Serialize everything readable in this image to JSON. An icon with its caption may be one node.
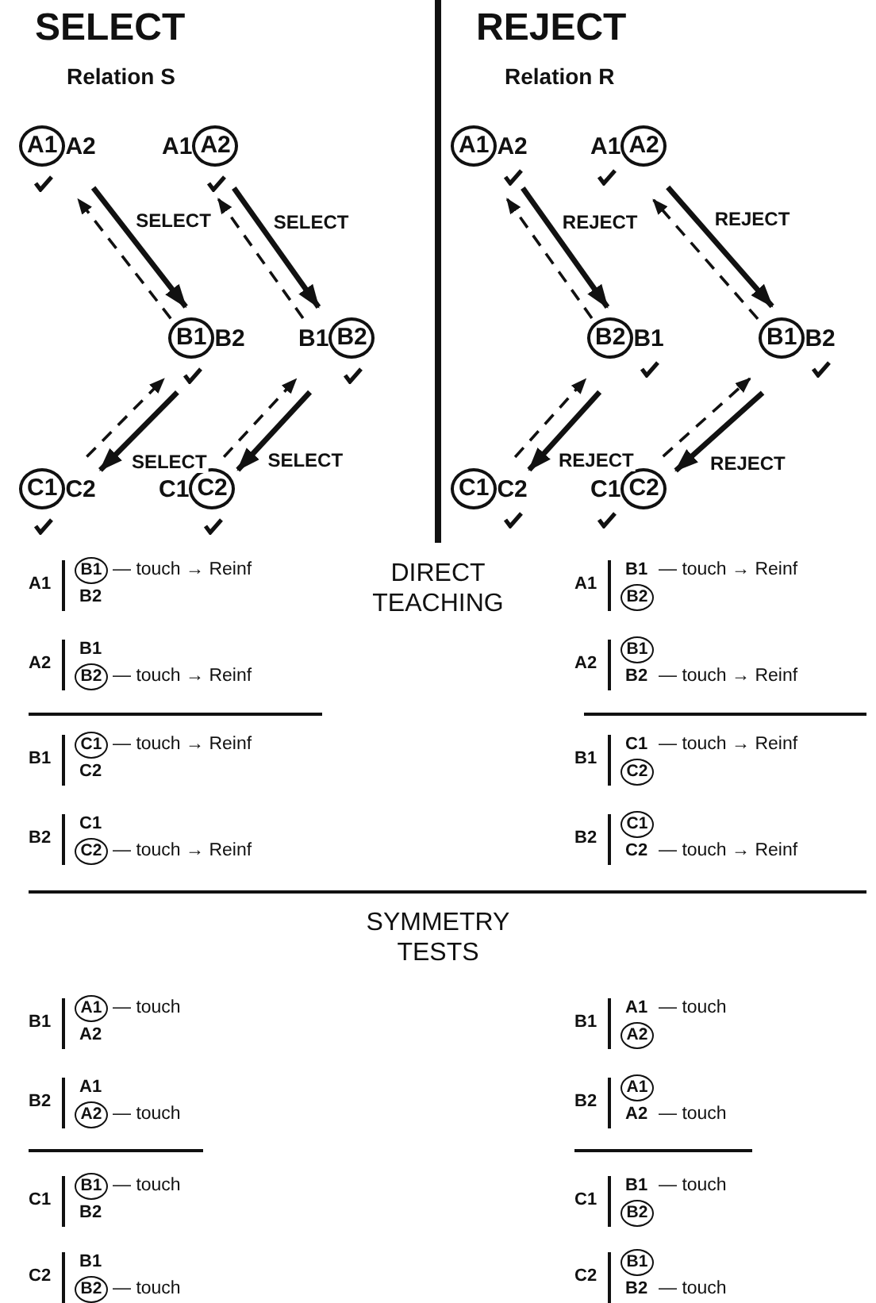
{
  "diagram": {
    "nodes": [
      {
        "text": [
          "A1"
        ],
        "beside": [
          "A2"
        ]
      },
      {
        "text": [
          "A2"
        ],
        "beside": [
          "A1"
        ]
      },
      {
        "text": [
          "B1"
        ],
        "beside": [
          "B2"
        ]
      },
      {
        "text": [
          "B2"
        ],
        "beside": [
          "B1"
        ]
      },
      {
        "text": [
          "C1"
        ],
        "beside": [
          "C2"
        ]
      },
      {
        "text": [
          "C2"
        ],
        "beside": [
          "C1"
        ]
      },
      {
        "text": [
          "A1"
        ],
        "beside": [
          "A2"
        ]
      },
      {
        "text": [
          "A2"
        ],
        "beside": [
          "A1"
        ]
      },
      {
        "text": [
          "B2"
        ],
        "beside": [
          "B1"
        ]
      },
      {
        "text": [
          "B1"
        ],
        "beside": [
          "B2"
        ]
      },
      {
        "text": [
          "C1"
        ],
        "beside": [
          "C2"
        ]
      },
      {
        "text": [
          "C2"
        ],
        "beside": [
          "C1"
        ]
      },
      {
        "text": [
          "B1"
        ]
      },
      {
        "text": [
          "B2"
        ]
      },
      {
        "text": [
          "B2"
        ]
      },
      {
        "text": [
          "B1"
        ]
      },
      {
        "text": [
          "C1"
        ]
      },
      {
        "text": [
          "C2"
        ]
      },
      {
        "text": [
          "C2"
        ]
      },
      {
        "text": [
          "C1"
        ]
      },
      {
        "text": [
          "A1"
        ]
      },
      {
        "text": [
          "A2"
        ]
      },
      {
        "text": [
          "A2"
        ]
      },
      {
        "text": [
          "A1"
        ]
      },
      {
        "text": [
          "B1"
        ]
      },
      {
        "text": [
          "B2"
        ]
      },
      {
        "text": [
          "B2"
        ]
      },
      {
        "text": [
          "B1"
        ]
      }
    ],
    "edges": [
      {
        "from": 0,
        "to": 2,
        "arrow": "to",
        "label": "SELECT",
        "style": "thick"
      },
      {
        "from": 2,
        "to": 0,
        "arrow": "to",
        "style": "dashed"
      },
      {
        "from": 1,
        "to": 3,
        "arrow": "to",
        "label": "SELECT",
        "style": "thick"
      },
      {
        "from": 3,
        "to": 1,
        "arrow": "to",
        "style": "dashed"
      },
      {
        "from": 2,
        "to": 4,
        "arrow": "to",
        "label": "SELECT",
        "style": "thick"
      },
      {
        "from": 4,
        "to": 2,
        "arrow": "to",
        "style": "dashed"
      },
      {
        "from": 3,
        "to": 5,
        "arrow": "to",
        "label": "SELECT",
        "style": "thick"
      },
      {
        "from": 5,
        "to": 3,
        "arrow": "to",
        "style": "dashed"
      },
      {
        "from": 6,
        "to": 8,
        "arrow": "to",
        "label": "REJECT",
        "style": "thick"
      },
      {
        "from": 8,
        "to": 6,
        "arrow": "to",
        "style": "dashed"
      },
      {
        "from": 7,
        "to": 9,
        "arrow": "to",
        "label": "REJECT",
        "style": "thick"
      },
      {
        "from": 9,
        "to": 7,
        "arrow": "to",
        "style": "dashed"
      },
      {
        "from": 8,
        "to": 10,
        "arrow": "to",
        "label": "REJECT",
        "style": "thick"
      },
      {
        "from": 10,
        "to": 8,
        "arrow": "to",
        "style": "dashed"
      },
      {
        "from": 9,
        "to": 11,
        "arrow": "to",
        "label": "REJECT",
        "style": "thick"
      },
      {
        "from": 11,
        "to": 9,
        "arrow": "to",
        "style": "dashed"
      }
    ],
    "labels": [
      "SELECT",
      "Relation S",
      "REJECT",
      "Relation R",
      "DIRECT TEACHING",
      "SYMMETRY TESTS",
      "A1",
      "B2",
      "— touch → Reinf",
      "A1",
      "B1",
      "— touch → Reinf",
      "A2",
      "B1",
      "— touch → Reinf",
      "A2",
      "B2",
      "— touch → Reinf",
      "B1",
      "C2",
      "— touch → Reinf",
      "B1",
      "C1",
      "— touch → Reinf",
      "B2",
      "C1",
      "— touch → Reinf",
      "B2",
      "C2",
      "— touch → Reinf",
      "B1",
      "A2",
      "— touch",
      "B1",
      "A1",
      "— touch",
      "B2",
      "A1",
      "— touch",
      "B2",
      "A2",
      "— touch",
      "C1",
      "B2",
      "— touch",
      "C1",
      "B1",
      "— touch",
      "C2",
      "B1",
      "— touch",
      "C2",
      "B2",
      "— touch"
    ]
  }
}
